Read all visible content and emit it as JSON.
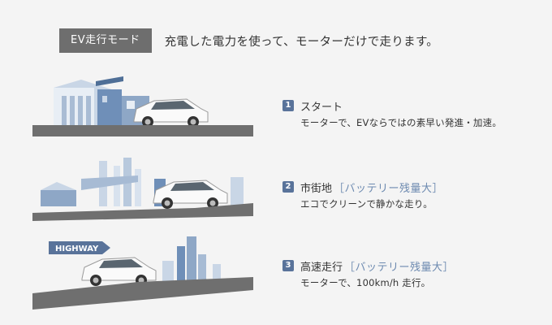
{
  "header": {
    "badge": "EV走行モード",
    "headline": "充電した電力を使って、モーターだけで走ります。"
  },
  "items": [
    {
      "number": "1",
      "title": "スタート",
      "tag": "",
      "desc": "モーターで、EVならではの素早い発進・加速。"
    },
    {
      "number": "2",
      "title": "市街地",
      "tag": "［バッテリー残量大］",
      "desc": "エコでクリーンで静かな走り。"
    },
    {
      "number": "3",
      "title": "高速走行",
      "tag": "［バッテリー残量大］",
      "desc": "モーターで、100km/h 走行。"
    }
  ],
  "highway_sign": "HIGHWAY",
  "colors": {
    "badge": "#6e6e6e",
    "number_badge": "#59739a",
    "tag_text": "#6d8ab0",
    "road": "#6f6f6f"
  }
}
